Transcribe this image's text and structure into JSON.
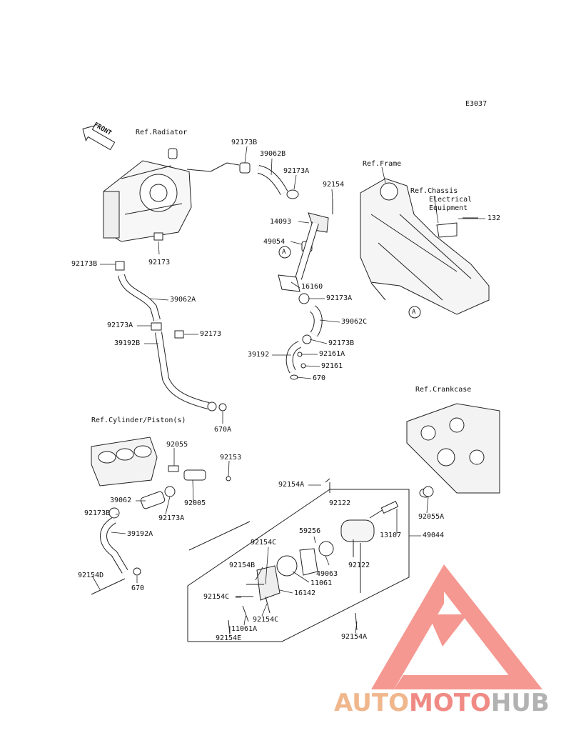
{
  "diagram_code": "E3037",
  "front_label": "FRONT",
  "refs": {
    "radiator": "Ref.Radiator",
    "frame": "Ref.Frame",
    "chassis_line1": "Ref.Chassis",
    "chassis_line2": "Electrical",
    "chassis_line3": "Equipment",
    "cylinder": "Ref.Cylinder/Piston(s)",
    "crankcase": "Ref.Crankcase"
  },
  "parts": {
    "p92173B_top": "92173B",
    "p39062B": "39062B",
    "p92173A_top": "92173A",
    "p92154": "92154",
    "p14093": "14093",
    "p49054": "49054",
    "callout_a1": "A",
    "p16160": "16160",
    "p92173A_mid": "92173A",
    "p39062C": "39062C",
    "p92173B_mid": "92173B",
    "p39192": "39192",
    "p92161A": "92161A",
    "p92161": "92161",
    "p670_mid": "670",
    "p92173B_left": "92173B",
    "p92173": "92173",
    "p39062A": "39062A",
    "p92173A_left": "92173A",
    "p92173_right": "92173",
    "p39192B": "39192B",
    "p670A": "670A",
    "p132": "132",
    "callout_a2": "A",
    "p92055": "92055",
    "p92153": "92153",
    "p39062": "39062",
    "p92005": "92005",
    "p92173B_low": "92173B",
    "p92173A_low": "92173A",
    "p39192A": "39192A",
    "p92154D": "92154D",
    "p670_low": "670",
    "p92154A_top": "92154A",
    "p92122_top": "92122",
    "p92055A": "92055A",
    "p13107": "13107",
    "p49044": "49044",
    "p92154C_top": "92154C",
    "p59256": "59256",
    "p92154B": "92154B",
    "p49063": "49063",
    "p92122_mid": "92122",
    "p11061": "11061",
    "p16142": "16142",
    "p92154C_left": "92154C",
    "p92154C_mid": "92154C",
    "p11061A": "11061A",
    "p92154E": "92154E",
    "p92154A_low": "92154A"
  },
  "brand": {
    "part1": "AUTO",
    "part2": "MOTO",
    "part3": "HUB"
  },
  "colors": {
    "line": "#222222",
    "brand_orange": "#f0b78d",
    "brand_red": "#f08a84",
    "brand_gray": "#b2b2b2",
    "logo_red": "#f2766d"
  }
}
